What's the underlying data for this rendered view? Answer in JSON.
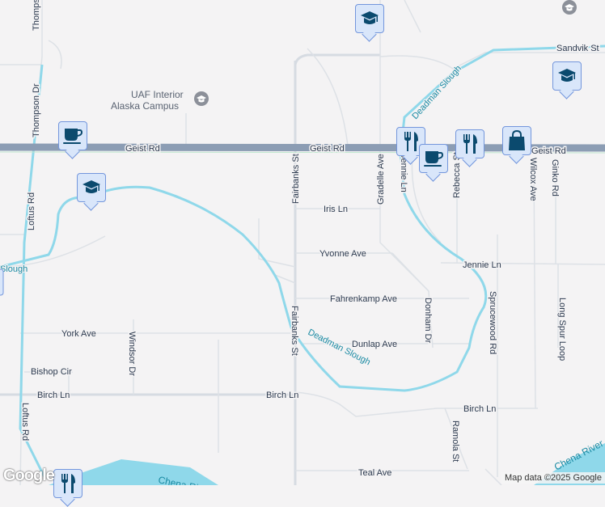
{
  "map": {
    "colors": {
      "background": "#f4f3f4",
      "major_road": "#8c9db4",
      "minor_road": "#d6dbe2",
      "water": "#8fd8ea",
      "poi_icon": "#0b4a6e",
      "pin_bg": "#d9e6fa"
    },
    "streets": {
      "thompson_dr_top": "Thompson Dr",
      "thompson_dr": "Thompson Dr",
      "loftus_rd": "Loftus Rd",
      "loftus_rd_south": "Loftus Rd",
      "geist_rd_west": "Geist Rd",
      "geist_rd_mid": "Geist Rd",
      "geist_rd_east": "Geist Rd",
      "sandvik_st": "Sandvik St",
      "fairbanks_st_north": "Fairbanks St",
      "fairbanks_st_south": "Fairbanks St",
      "gradelle_ave": "Gradelle Ave",
      "jennie_ln_vertical": "Jennie Ln",
      "rebecca_st": "Rebecca St",
      "wilcox_ave": "Wilcox Ave",
      "ginko_rd": "Ginko Rd",
      "iris_ln": "Iris Ln",
      "yvonne_ave": "Yvonne Ave",
      "jennie_ln": "Jennie Ln",
      "fahrenkamp_ave": "Fahrenkamp Ave",
      "donham_dr": "Donham Dr",
      "sprucewood_rd": "Sprucewood Rd",
      "long_spur_loop": "Long Spur Loop",
      "york_ave": "York Ave",
      "windsor_dr": "Windsor Dr",
      "dunlap_ave": "Dunlap Ave",
      "bishop_cir": "Bishop Cir",
      "birch_ln_west": "Birch Ln",
      "birch_ln_east": "Birch Ln",
      "ramola_st": "Ramola St",
      "teal_ave": "Teal Ave"
    },
    "water": {
      "deadman_slough_north": "Deadman Slough",
      "deadman_slough_south": "Deadman Slough",
      "deadman_slough_west": "Slough",
      "chena_river_west": "Chena Ri",
      "chena_river_east": "Chena River"
    },
    "places": {
      "uaf_campus_line1": "UAF Interior",
      "uaf_campus_line2": "Alaska Campus"
    },
    "markers": [
      {
        "type": "school",
        "icon": "graduation-cap-icon"
      },
      {
        "type": "school",
        "icon": "graduation-cap-icon"
      },
      {
        "type": "cafe",
        "icon": "coffee-cup-icon"
      },
      {
        "type": "school",
        "icon": "graduation-cap-icon"
      },
      {
        "type": "restaurant",
        "icon": "fork-knife-icon"
      },
      {
        "type": "cafe",
        "icon": "coffee-cup-icon"
      },
      {
        "type": "restaurant",
        "icon": "fork-knife-icon"
      },
      {
        "type": "shopping",
        "icon": "shopping-bag-icon"
      },
      {
        "type": "restaurant",
        "icon": "fork-knife-icon"
      }
    ],
    "logo": "Google",
    "attribution": "Map data ©2025 Google"
  }
}
